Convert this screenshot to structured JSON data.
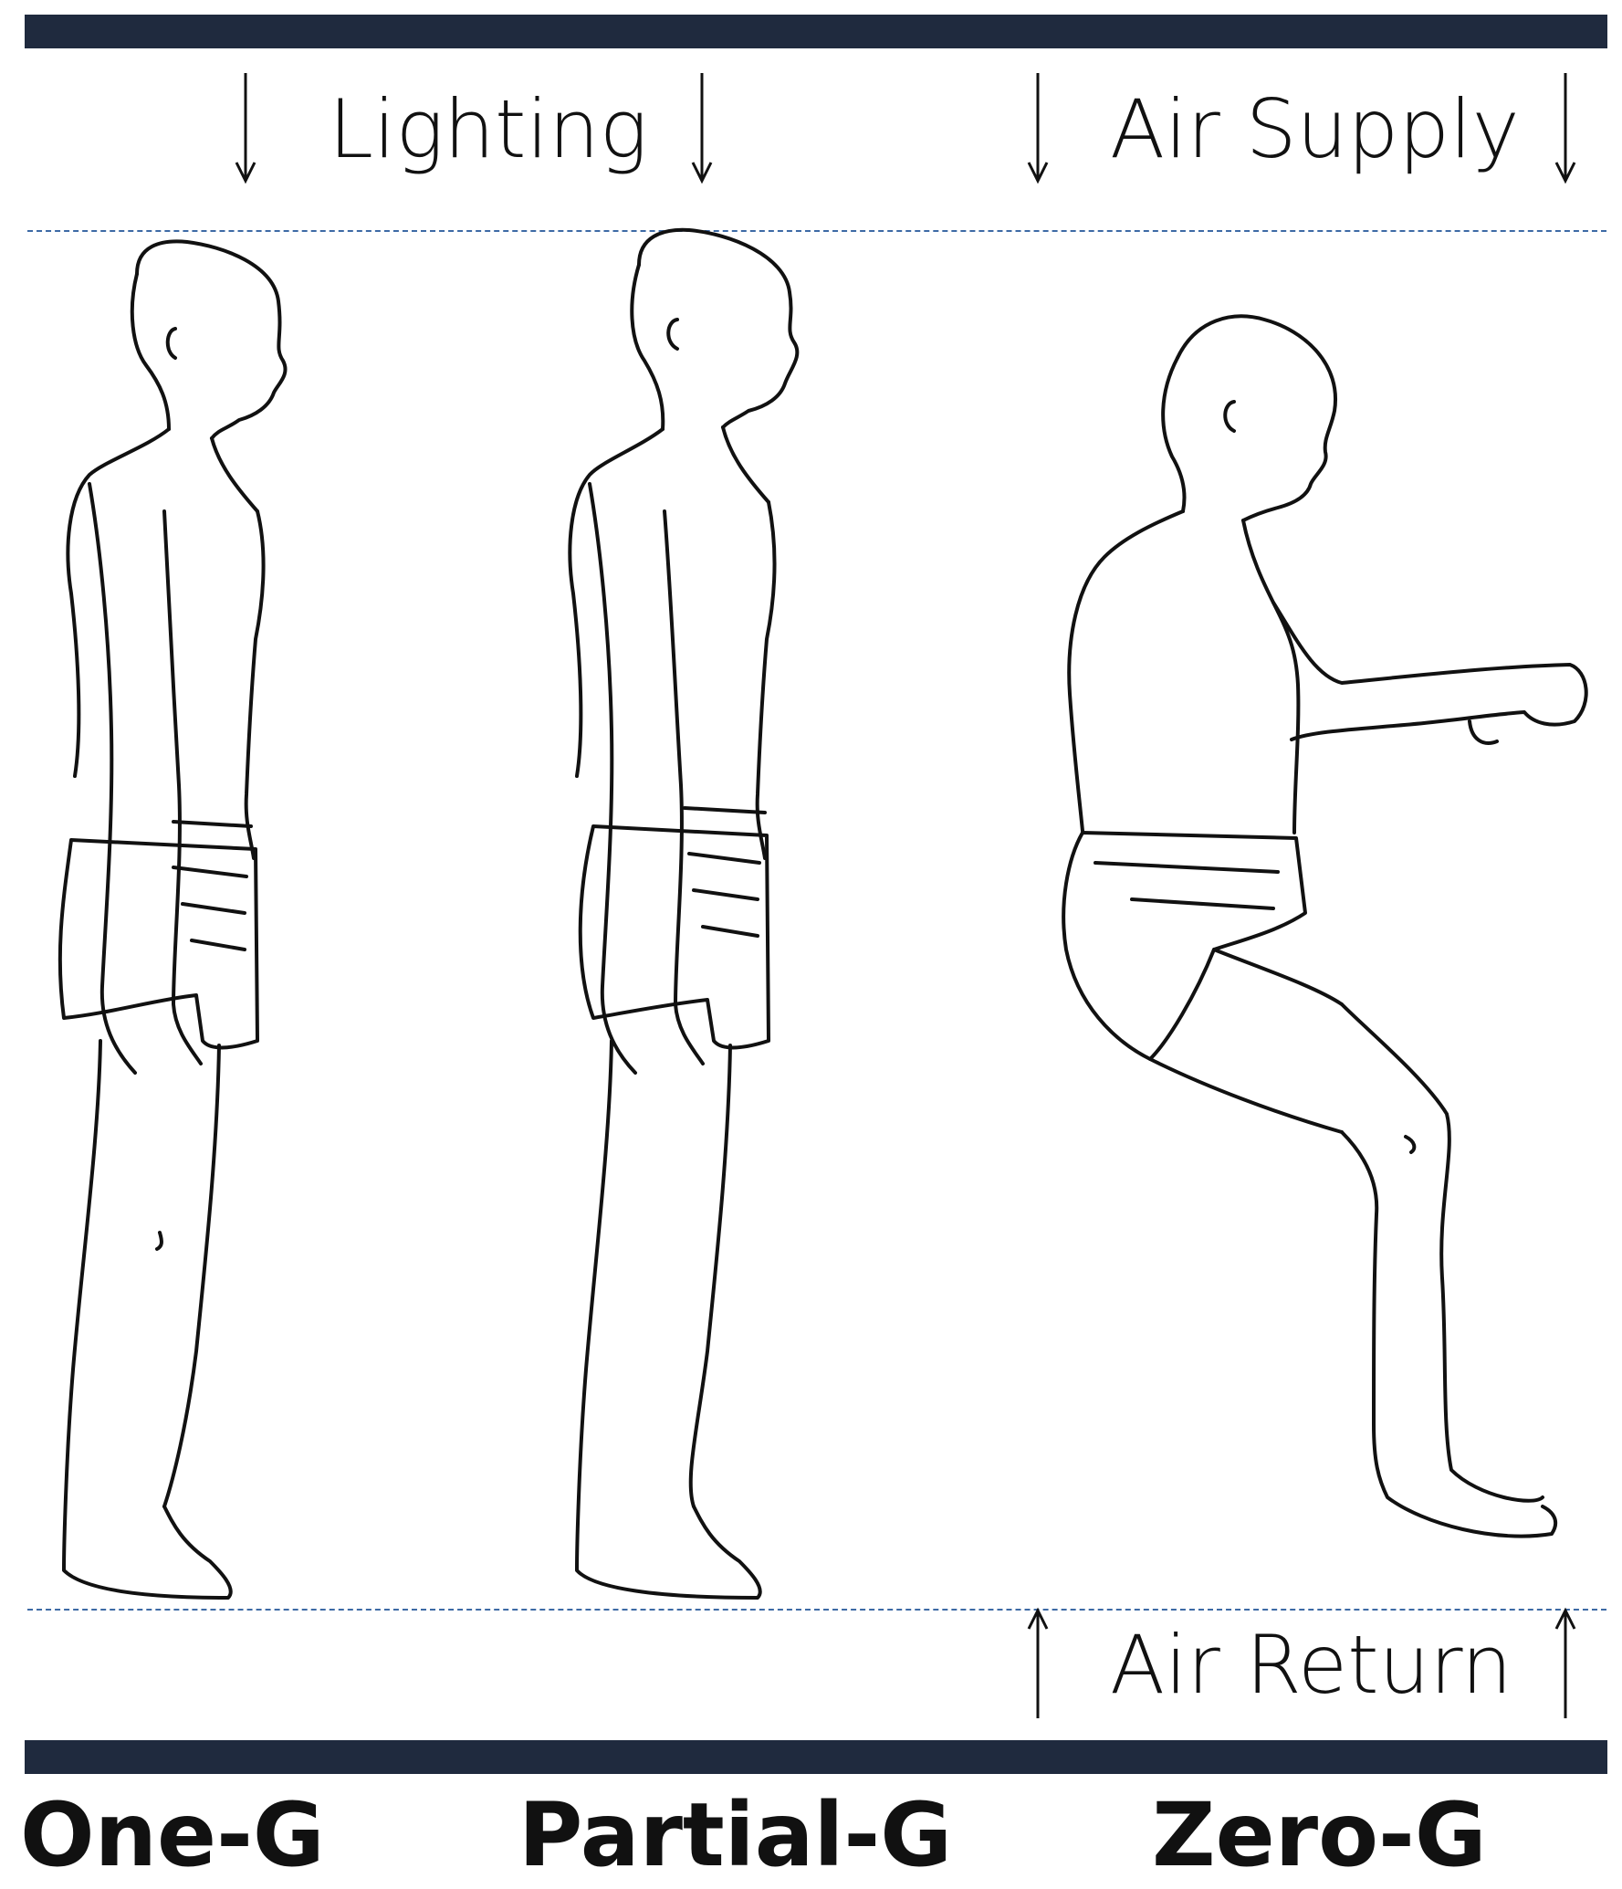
{
  "top_labels": {
    "lighting": "Lighting",
    "air_supply": "Air Supply"
  },
  "bottom_label": {
    "air_return": "Air Return"
  },
  "gravity_levels": [
    "One-G",
    "Partial-G",
    "Zero-G"
  ],
  "colors": {
    "bar": "#1f2a3e",
    "dashed_line": "#3d6aa5",
    "ink": "#111111"
  },
  "icons": {
    "supply_arrow": "arrow-down-icon",
    "return_arrow": "arrow-up-icon"
  }
}
